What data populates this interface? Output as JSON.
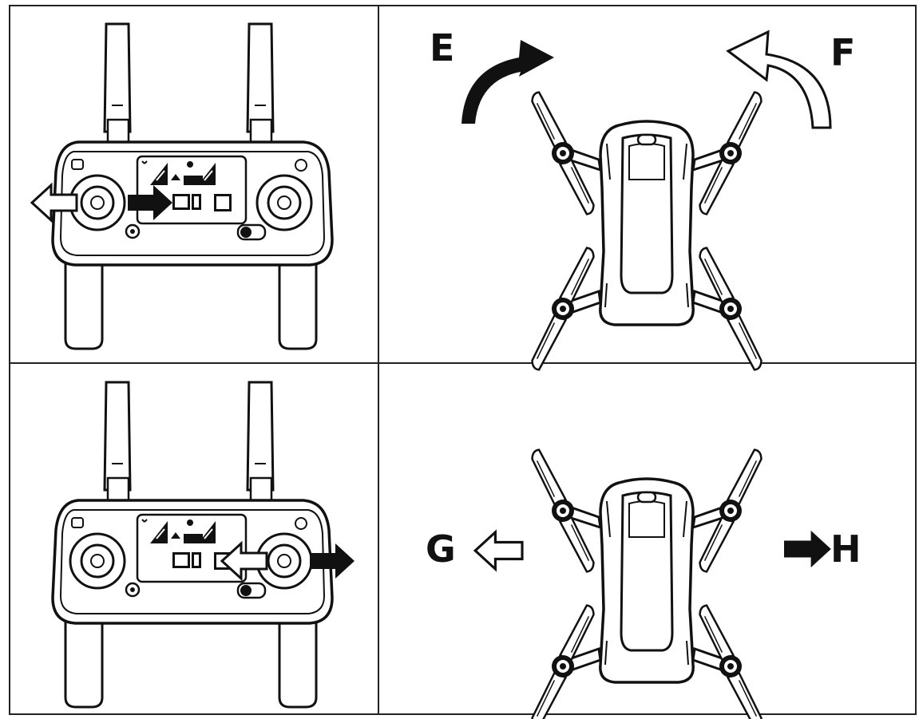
{
  "figure": {
    "labels": {
      "e": "E",
      "f": "F",
      "g": "G",
      "h": "H"
    },
    "colors": {
      "ink": "#111111",
      "paper": "#ffffff",
      "frame": "#222222"
    },
    "icons": [
      "remote-controller-icon",
      "drone-top-view-icon",
      "arrow-icon",
      "curved-arrow-icon"
    ]
  }
}
